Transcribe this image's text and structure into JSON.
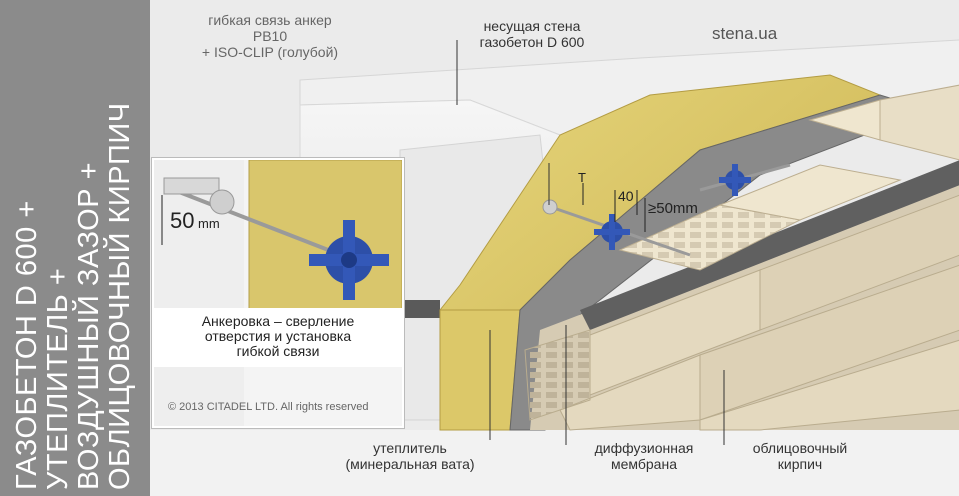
{
  "side_title": {
    "lines": [
      "ГАЗОБЕТОН D 600 +",
      "УТЕПЛИТЕЛЬ +",
      "ВОЗДУШНЫЙ ЗАЗОР +",
      "ОБЛИЦОВОЧНЫЙ КИРПИЧ"
    ]
  },
  "labels": {
    "anchor_line1": "гибкая связь анкер",
    "anchor_line2": "РВ10",
    "anchor_line3": "+ ISO-CLIP (голубой)",
    "wall_line1": "несущая стена",
    "wall_line2": "газобетон D 600",
    "site": "stena.ua",
    "insulation_line1": "утеплитель",
    "insulation_line2": "(минеральная вата)",
    "membrane_line1": "диффузионная",
    "membrane_line2": "мембрана",
    "brick_line1": "облицовочный",
    "brick_line2": "кирпич",
    "copyright": "© 2013 CITADEL LTD. All rights reserved"
  },
  "inset": {
    "caption_line1": "Анкеровка – сверление",
    "caption_line2": "отверстия и установка",
    "caption_line3": "гибкой связи",
    "depth_value": "50",
    "depth_unit": "mm"
  },
  "dimensions": {
    "t": "T",
    "insulation_mm": "40",
    "gap": "≥50mm"
  },
  "colors": {
    "sidebar": "#8b8b8b",
    "concrete": "#ededed",
    "insulation": "#d8c56a",
    "membrane": "#7d7d7d",
    "brick": "#e6dcc4",
    "clip": "#2d4fa8"
  }
}
